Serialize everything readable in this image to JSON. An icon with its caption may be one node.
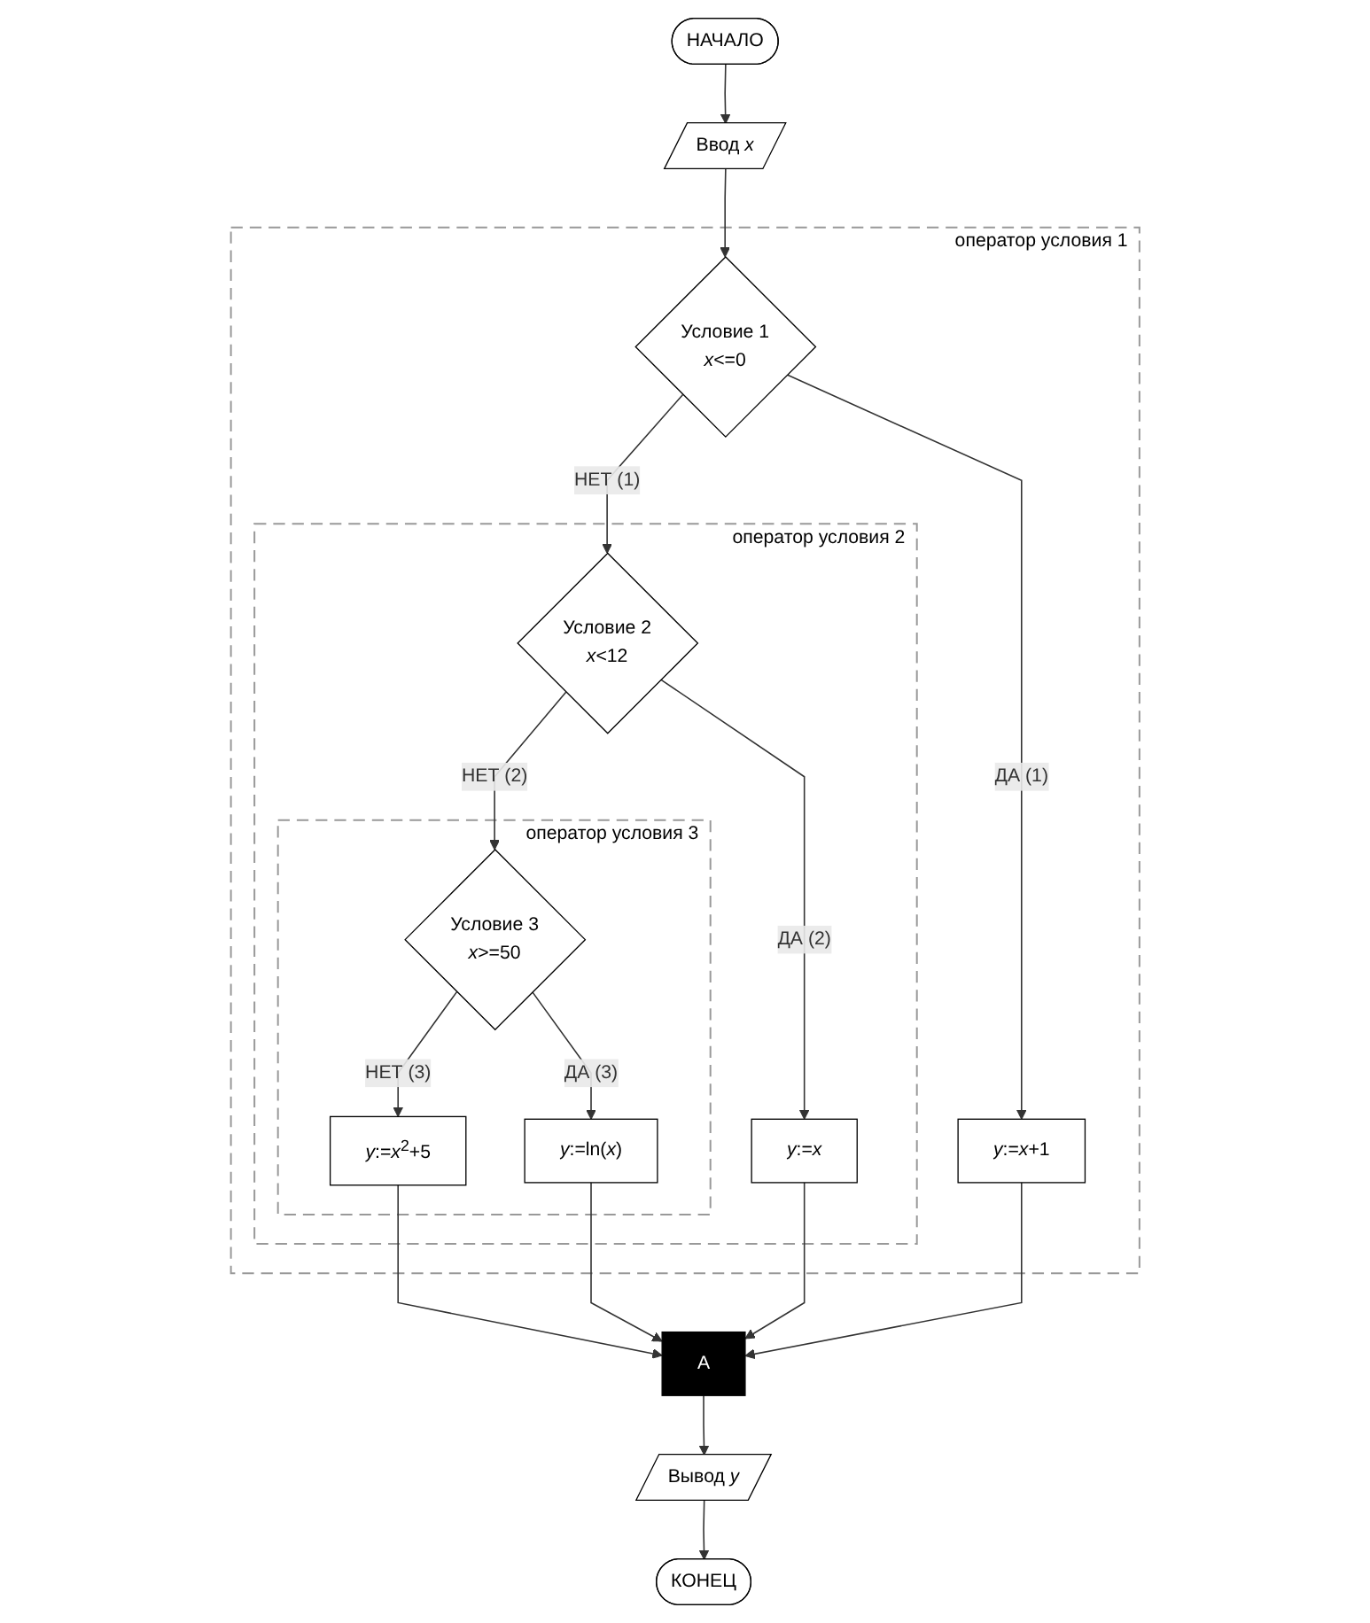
{
  "diagram": {
    "nodes": [
      {
        "text": [
          "НАЧАЛО"
        ]
      },
      {
        "text": [
          "Ввод *x*"
        ]
      },
      {
        "text": [
          "оператор условия 1"
        ]
      },
      {
        "text": [
          "Условие 1",
          "*x*<=0"
        ],
        "in": 2
      },
      {
        "text": [
          "*y*:=*x*+1"
        ],
        "in": 2
      },
      {
        "text": [
          "оператор условия 2"
        ],
        "in": 2
      },
      {
        "text": [
          "Условие 2",
          "*x*<12"
        ],
        "in": 5
      },
      {
        "text": [
          "*y*:=*x*"
        ],
        "in": 5
      },
      {
        "text": [
          "оператор условия 3"
        ],
        "in": 5
      },
      {
        "text": [
          "Условие 3",
          "*x*>=50"
        ],
        "in": 8
      },
      {
        "text": [
          "*y*:=ln(*x*)"
        ],
        "in": 8
      },
      {
        "text": [
          "*y*:=*x*$^{2}$+5"
        ],
        "in": 8
      },
      {
        "text": [
          "A"
        ]
      },
      {
        "text": [
          "Вывод *y*"
        ]
      },
      {
        "text": [
          "КОНЕЦ"
        ]
      }
    ],
    "edges": [
      {
        "from": 0,
        "to": 1,
        "arrow": "to"
      },
      {
        "from": 1,
        "to": 3,
        "arrow": "to"
      },
      {
        "from": 3,
        "to": 4,
        "arrow": "to",
        "label": "ДА (1)"
      },
      {
        "from": 3,
        "to": 6,
        "arrow": "to",
        "label": "НЕТ (1)"
      },
      {
        "from": 6,
        "to": 7,
        "arrow": "to",
        "label": "ДА (2)"
      },
      {
        "from": 6,
        "to": 9,
        "arrow": "to",
        "label": "НЕТ (2)"
      },
      {
        "from": 9,
        "to": 10,
        "arrow": "to",
        "label": "ДА (3)"
      },
      {
        "from": 9,
        "to": 11,
        "arrow": "to",
        "label": "НЕТ (3)"
      },
      {
        "from": 11,
        "to": 12,
        "arrow": "to"
      },
      {
        "from": 10,
        "to": 12,
        "arrow": "to"
      },
      {
        "from": 7,
        "to": 12,
        "arrow": "to"
      },
      {
        "from": 4,
        "to": 12,
        "arrow": "to"
      },
      {
        "from": 12,
        "to": 13,
        "arrow": "to"
      },
      {
        "from": 13,
        "to": 14,
        "arrow": "to"
      }
    ]
  }
}
